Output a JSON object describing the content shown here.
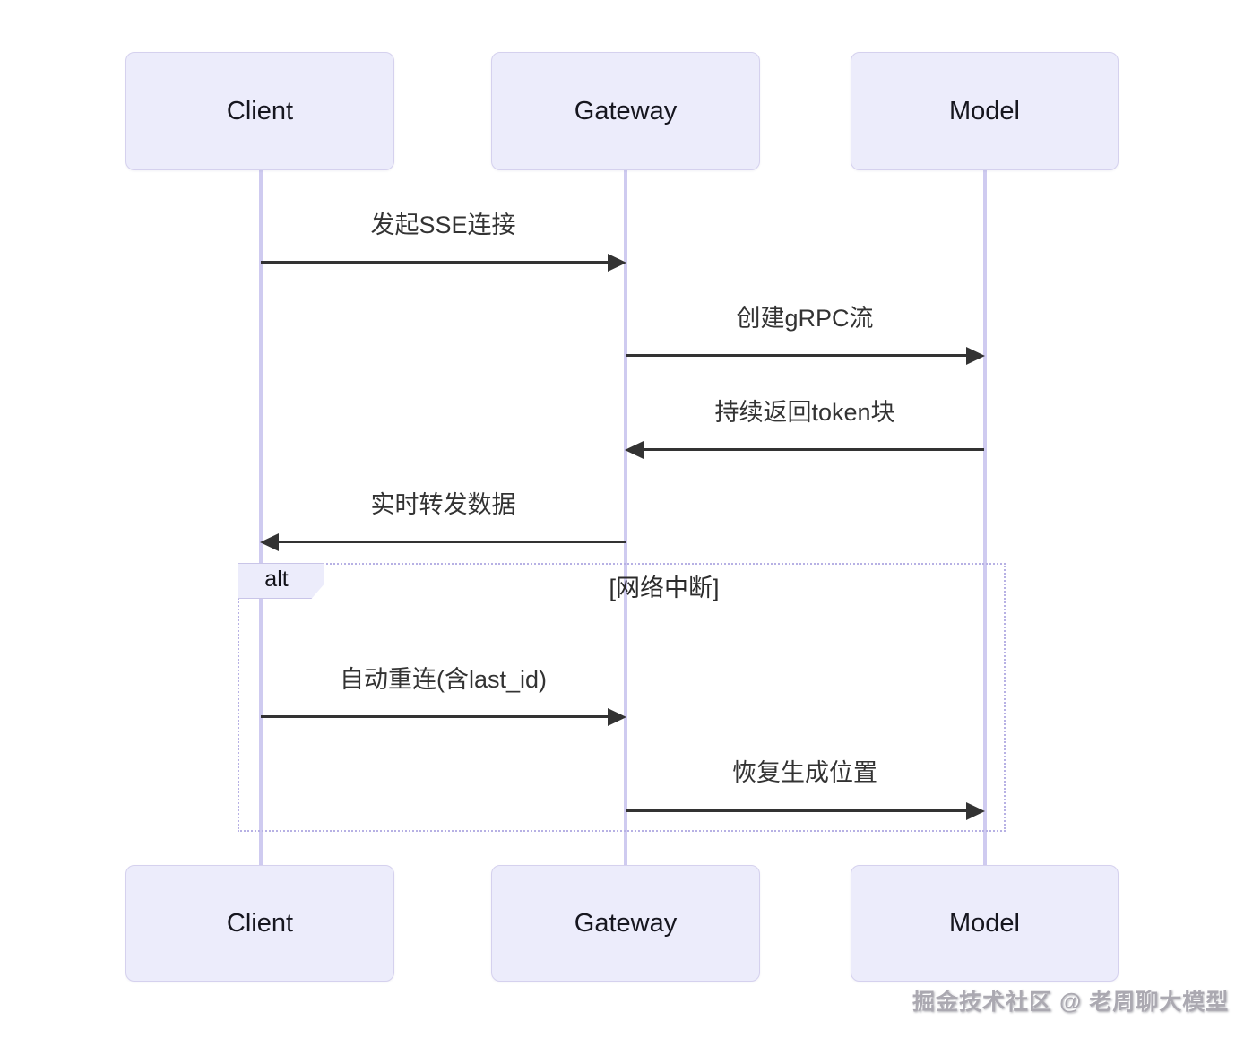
{
  "diagram": {
    "type": "sequence",
    "actors": [
      {
        "id": "client",
        "label": "Client"
      },
      {
        "id": "gateway",
        "label": "Gateway"
      },
      {
        "id": "model",
        "label": "Model"
      }
    ],
    "messages": [
      {
        "from": "Client",
        "to": "Gateway",
        "direction": "right",
        "text": "发起SSE连接"
      },
      {
        "from": "Gateway",
        "to": "Model",
        "direction": "right",
        "text": "创建gRPC流"
      },
      {
        "from": "Model",
        "to": "Gateway",
        "direction": "left",
        "text": "持续返回token块"
      },
      {
        "from": "Gateway",
        "to": "Client",
        "direction": "left",
        "text": "实时转发数据"
      },
      {
        "from": "Client",
        "to": "Gateway",
        "direction": "right",
        "text": "自动重连(含last_id)"
      },
      {
        "from": "Gateway",
        "to": "Model",
        "direction": "right",
        "text": "恢复生成位置"
      }
    ],
    "fragment": {
      "keyword": "alt",
      "condition": "[网络中断]",
      "contains_messages": [
        4,
        5
      ]
    },
    "watermark": "掘金技术社区 @ 老周聊大模型",
    "colors": {
      "background": "#FFFFFF",
      "actor_fill": "#ECECFB",
      "actor_border": "#D5D1EE",
      "lifeline": "#CFCBF0",
      "arrow": "#333333",
      "message_text": "#333333",
      "fragment_border": "#B7B1E4",
      "fragment_label_fill": "#ECECFB",
      "watermark_text": "#ABA9B1"
    }
  }
}
